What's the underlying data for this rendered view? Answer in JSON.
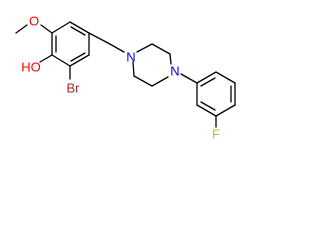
{
  "molecule": {
    "atoms": {
      "oxygen_methoxy": {
        "label": "O",
        "color": "#ff0000"
      },
      "oxygen_hydroxyl": {
        "label": "HO",
        "color": "#ff0000"
      },
      "bromine": {
        "label": "Br",
        "color": "#a52a2a"
      },
      "nitrogen_left": {
        "label": "N",
        "color": "#0000ff"
      },
      "nitrogen_right": {
        "label": "N",
        "color": "#0000ff"
      },
      "fluorine": {
        "label": "F",
        "color": "#9acd32"
      }
    },
    "bond_color": "#000000"
  }
}
